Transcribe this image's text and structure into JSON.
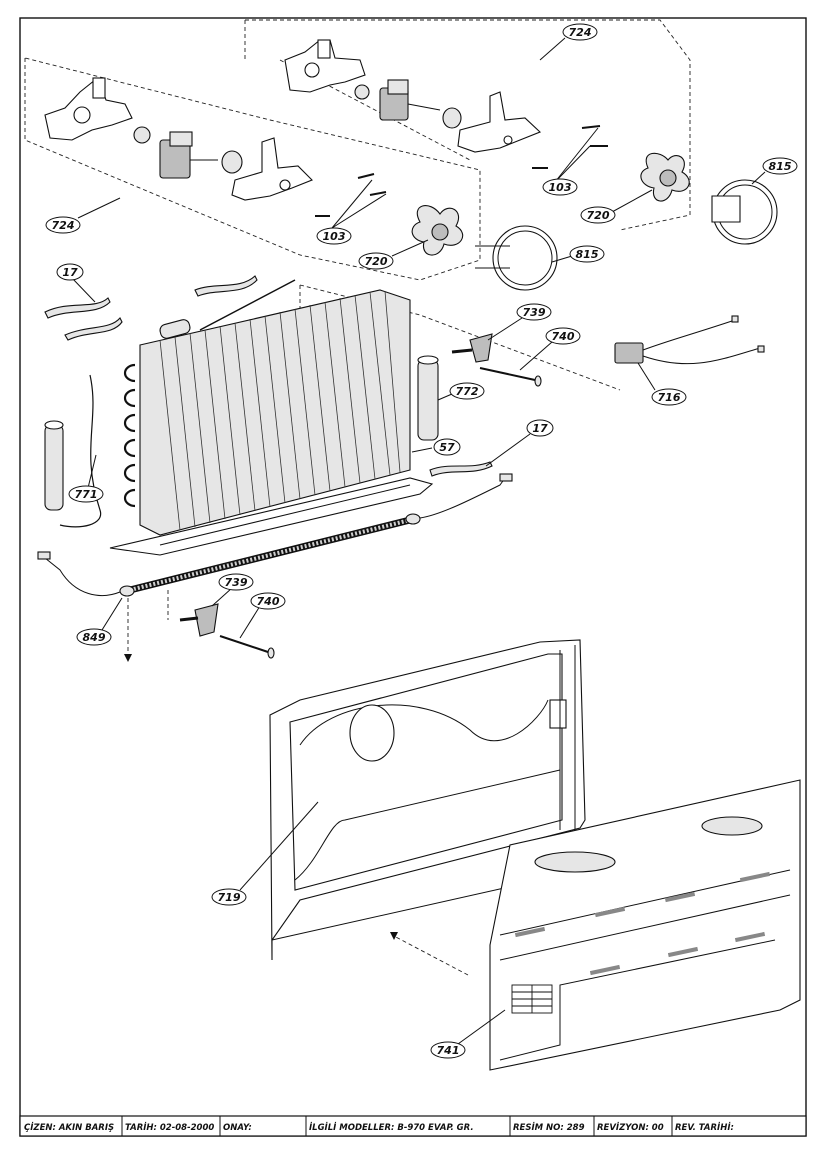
{
  "callouts": {
    "c724a": "724",
    "c724b": "724",
    "c103a": "103",
    "c103b": "103",
    "c720a": "720",
    "c720b": "720",
    "c815a": "815",
    "c815b": "815",
    "c17a": "17",
    "c17b": "17",
    "c739a": "739",
    "c739b": "739",
    "c740a": "740",
    "c740b": "740",
    "c716": "716",
    "c772": "772",
    "c57": "57",
    "c771": "771",
    "c849": "849",
    "c719": "719",
    "c741": "741"
  },
  "title_block": {
    "cizen": "ÇİZEN: AKIN  BARIŞ",
    "tarih": "TARİH: 02-08-2000",
    "onay": "ONAY:",
    "modeller": "İLGİLİ MODELLER: B-970 EVAP. GR.",
    "resim": "RESİM NO: 289",
    "revizyon": "REVİZYON: 00",
    "rev_tarihi": "REV. TARİHİ:"
  }
}
